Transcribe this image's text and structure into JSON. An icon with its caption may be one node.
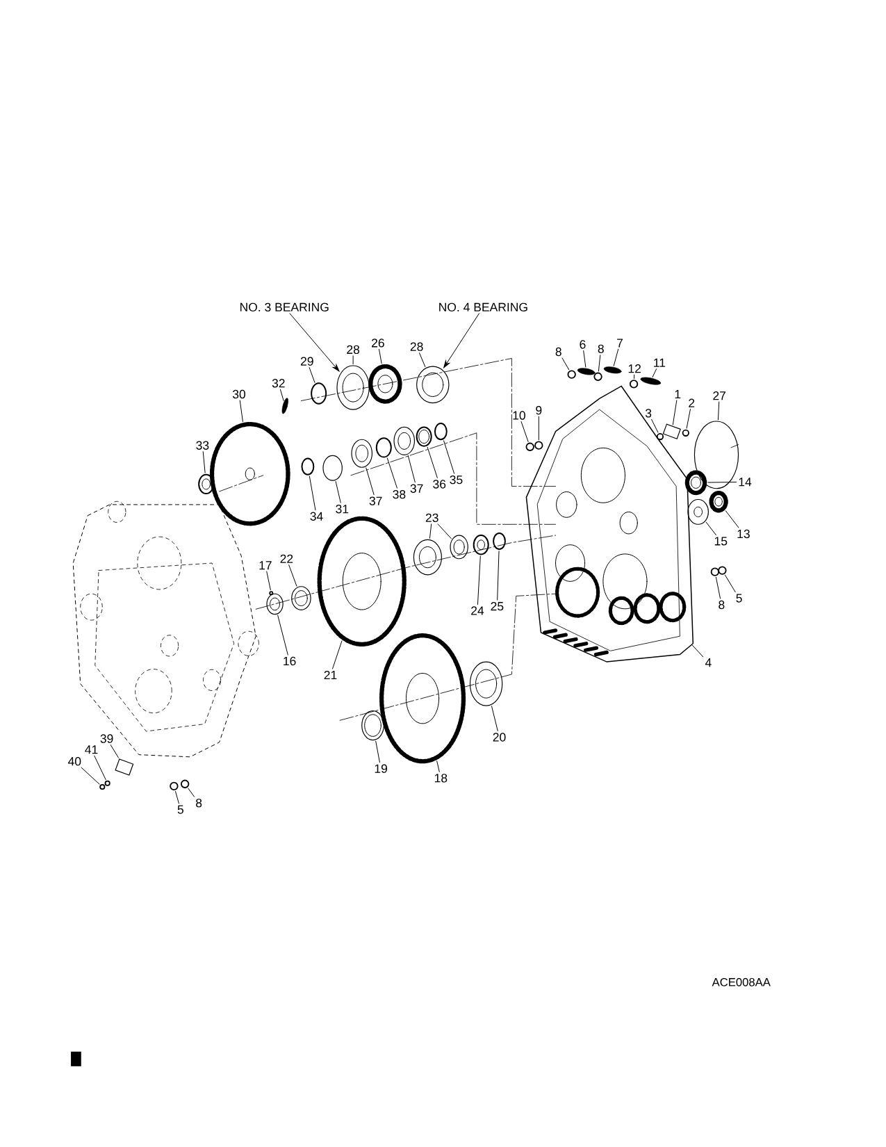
{
  "diagram": {
    "nodes": [
      {
        "text": [
          "NO. 3 BEARING"
        ]
      },
      {
        "text": [
          "NO. 4 BEARING"
        ]
      },
      {
        "text": [
          "28"
        ]
      },
      {
        "text": [
          "26"
        ]
      },
      {
        "text": [
          "28"
        ]
      },
      {
        "text": [
          "29"
        ]
      },
      {
        "text": [
          "32"
        ]
      },
      {
        "text": [
          "30"
        ]
      },
      {
        "text": [
          "33"
        ]
      },
      {
        "text": [
          "34"
        ]
      },
      {
        "text": [
          "31"
        ]
      },
      {
        "text": [
          "37"
        ]
      },
      {
        "text": [
          "38"
        ]
      },
      {
        "text": [
          "37"
        ]
      },
      {
        "text": [
          "36"
        ]
      },
      {
        "text": [
          "35"
        ]
      },
      {
        "text": [
          "8"
        ]
      },
      {
        "text": [
          "6"
        ]
      },
      {
        "text": [
          "8"
        ]
      },
      {
        "text": [
          "7"
        ]
      },
      {
        "text": [
          "12"
        ]
      },
      {
        "text": [
          "11"
        ]
      },
      {
        "text": [
          "1"
        ]
      },
      {
        "text": [
          "2"
        ]
      },
      {
        "text": [
          "3"
        ]
      },
      {
        "text": [
          "27"
        ]
      },
      {
        "text": [
          "10"
        ]
      },
      {
        "text": [
          "9"
        ]
      },
      {
        "text": [
          "14"
        ]
      },
      {
        "text": [
          "13"
        ]
      },
      {
        "text": [
          "15"
        ]
      },
      {
        "text": [
          "23"
        ]
      },
      {
        "text": [
          "17"
        ]
      },
      {
        "text": [
          "22"
        ]
      },
      {
        "text": [
          "16"
        ]
      },
      {
        "text": [
          "21"
        ]
      },
      {
        "text": [
          "24"
        ]
      },
      {
        "text": [
          "25"
        ]
      },
      {
        "text": [
          "8"
        ]
      },
      {
        "text": [
          "5"
        ]
      },
      {
        "text": [
          "4"
        ]
      },
      {
        "text": [
          "20"
        ]
      },
      {
        "text": [
          "19"
        ]
      },
      {
        "text": [
          "18"
        ]
      },
      {
        "text": [
          "39"
        ]
      },
      {
        "text": [
          "41"
        ]
      },
      {
        "text": [
          "40"
        ]
      },
      {
        "text": [
          "5"
        ]
      },
      {
        "text": [
          "8"
        ]
      },
      {
        "text": [],
        "shape": "circle"
      },
      {
        "text": [],
        "shape": "circle"
      },
      {
        "text": [],
        "shape": "plate"
      },
      {
        "text": [],
        "shape": "circle"
      },
      {
        "text": [],
        "shape": "circle"
      },
      {
        "text": [],
        "shape": "ring"
      },
      {
        "text": [],
        "shape": "gear"
      },
      {
        "text": [],
        "shape": "circle"
      },
      {
        "text": [],
        "shape": "ring"
      },
      {
        "text": [],
        "shape": "pin"
      },
      {
        "text": [],
        "shape": "ring"
      },
      {
        "text": [],
        "shape": "ring"
      },
      {
        "text": [],
        "shape": "ring"
      },
      {
        "text": [],
        "shape": "ring"
      },
      {
        "text": [],
        "shape": "ring"
      },
      {
        "text": [],
        "shape": "ring"
      },
      {
        "text": [],
        "shape": "gear"
      },
      {
        "text": [],
        "shape": "ring"
      },
      {
        "text": [],
        "shape": "ring"
      },
      {
        "text": [],
        "shape": "gear"
      },
      {
        "text": [],
        "shape": "ring"
      },
      {
        "text": [],
        "shape": "gear"
      },
      {
        "text": [],
        "shape": "ring"
      },
      {
        "text": [],
        "shape": "ring"
      },
      {
        "text": [],
        "shape": "ring"
      },
      {
        "text": [],
        "shape": "ring"
      },
      {
        "text": [],
        "shape": "ring"
      },
      {
        "text": [],
        "shape": "ring"
      },
      {
        "text": [],
        "shape": "ring"
      },
      {
        "text": [],
        "shape": "ring"
      },
      {
        "text": [],
        "shape": "circle"
      },
      {
        "text": [],
        "shape": "circle"
      },
      {
        "text": [],
        "shape": "circle"
      },
      {
        "text": [],
        "shape": "bolt"
      },
      {
        "text": [],
        "shape": "circle"
      },
      {
        "text": [],
        "shape": "bolt"
      },
      {
        "text": [],
        "shape": "housing"
      },
      {
        "text": [],
        "shape": "circle"
      },
      {
        "text": [],
        "shape": "bolt"
      },
      {
        "text": [],
        "shape": "circle"
      },
      {
        "text": [],
        "shape": "plate"
      },
      {
        "text": [],
        "shape": "circle"
      },
      {
        "text": [],
        "shape": "gear"
      },
      {
        "text": [],
        "shape": "ring"
      },
      {
        "text": [],
        "shape": "circle"
      },
      {
        "text": [],
        "shape": "ring"
      },
      {
        "text": [],
        "shape": "gear"
      },
      {
        "text": [],
        "shape": "circle"
      }
    ],
    "edges": [
      {
        "from": 0,
        "to": 63,
        "arrow": "to"
      },
      {
        "from": 1,
        "to": 72,
        "arrow": "to"
      },
      {
        "from": 2,
        "to": 63,
        "arrow": "none"
      },
      {
        "from": 3,
        "to": 68,
        "arrow": "none"
      },
      {
        "from": 4,
        "to": 72,
        "arrow": "none"
      },
      {
        "from": 5,
        "to": 61,
        "arrow": "none"
      },
      {
        "from": 6,
        "to": 58,
        "arrow": "none"
      },
      {
        "from": 7,
        "to": 55,
        "arrow": "none"
      },
      {
        "from": 8,
        "to": 54,
        "arrow": "none"
      },
      {
        "from": 9,
        "to": 60,
        "arrow": "none"
      },
      {
        "from": 10,
        "to": 62,
        "arrow": "none"
      },
      {
        "from": 11,
        "to": 64,
        "arrow": "none"
      },
      {
        "from": 12,
        "to": 67,
        "arrow": "none"
      },
      {
        "from": 13,
        "to": 69,
        "arrow": "none"
      },
      {
        "from": 14,
        "to": 71,
        "arrow": "none"
      },
      {
        "from": 15,
        "to": 74,
        "arrow": "none"
      },
      {
        "from": 16,
        "to": 81,
        "arrow": "none"
      },
      {
        "from": 17,
        "to": 82,
        "arrow": "none"
      },
      {
        "from": 18,
        "to": 83,
        "arrow": "none"
      },
      {
        "from": 19,
        "to": 84,
        "arrow": "none"
      },
      {
        "from": 20,
        "to": 86,
        "arrow": "none"
      },
      {
        "from": 21,
        "to": 87,
        "arrow": "none"
      },
      {
        "from": 22,
        "to": 89,
        "arrow": "none"
      },
      {
        "from": 23,
        "to": 90,
        "arrow": "none"
      },
      {
        "from": 24,
        "to": 88,
        "arrow": "none"
      },
      {
        "from": 25,
        "to": 94,
        "arrow": "none"
      },
      {
        "from": 26,
        "to": 79,
        "arrow": "none"
      },
      {
        "from": 27,
        "to": 80,
        "arrow": "none"
      },
      {
        "from": 28,
        "to": 91,
        "arrow": "none"
      },
      {
        "from": 29,
        "to": 95,
        "arrow": "none"
      },
      {
        "from": 30,
        "to": 92,
        "arrow": "none"
      },
      {
        "from": 31,
        "to": 73,
        "arrow": "none"
      },
      {
        "from": 31,
        "to": 75,
        "arrow": "none"
      },
      {
        "from": 32,
        "to": 56,
        "arrow": "none"
      },
      {
        "from": 33,
        "to": 59,
        "arrow": "none"
      },
      {
        "from": 34,
        "to": 57,
        "arrow": "none"
      },
      {
        "from": 35,
        "to": 65,
        "arrow": "none"
      },
      {
        "from": 36,
        "to": 76,
        "arrow": "none"
      },
      {
        "from": 37,
        "to": 78,
        "arrow": "none"
      },
      {
        "from": 38,
        "to": 93,
        "arrow": "none"
      },
      {
        "from": 39,
        "to": 96,
        "arrow": "none"
      },
      {
        "from": 40,
        "to": 85,
        "arrow": "none"
      },
      {
        "from": 41,
        "to": 77,
        "arrow": "none"
      },
      {
        "from": 42,
        "to": 66,
        "arrow": "none"
      },
      {
        "from": 43,
        "to": 70,
        "arrow": "none"
      },
      {
        "from": 44,
        "to": 51,
        "arrow": "none"
      },
      {
        "from": 45,
        "to": 50,
        "arrow": "none"
      },
      {
        "from": 46,
        "to": 49,
        "arrow": "none"
      },
      {
        "from": 47,
        "to": 52,
        "arrow": "none"
      },
      {
        "from": 48,
        "to": 53,
        "arrow": "none"
      }
    ],
    "labels": [
      "ACE008AA"
    ]
  }
}
